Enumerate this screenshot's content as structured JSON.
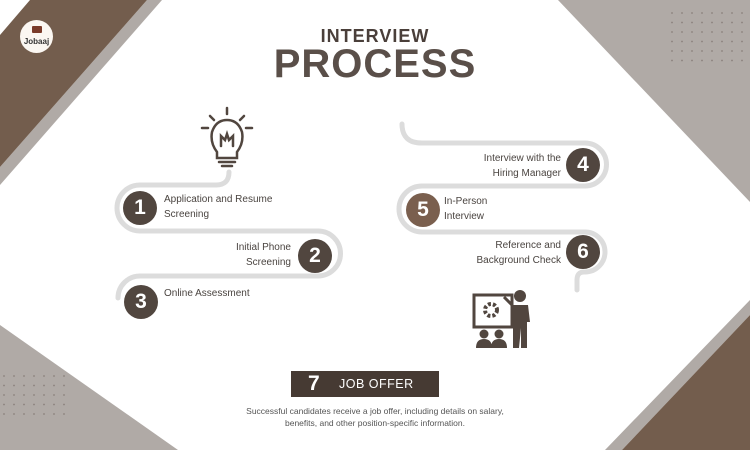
{
  "logo": {
    "text": "Jobaaj"
  },
  "title": {
    "line1": "INTERVIEW",
    "line2": "PROCESS"
  },
  "steps": [
    {
      "number": "1",
      "label_line1": "Application and Resume",
      "label_line2": "Screening"
    },
    {
      "number": "2",
      "label_line1": "Initial Phone",
      "label_line2": "Screening"
    },
    {
      "number": "3",
      "label_line1": "Online Assessment",
      "label_line2": ""
    },
    {
      "number": "4",
      "label_line1": "Interview with the",
      "label_line2": "Hiring Manager"
    },
    {
      "number": "5",
      "label_line1": "In-Person",
      "label_line2": "Interview"
    },
    {
      "number": "6",
      "label_line1": "Reference and",
      "label_line2": "Background Check"
    }
  ],
  "final": {
    "number": "7",
    "label": "JOB OFFER",
    "description_line1": "Successful candidates receive a job offer, including details on salary,",
    "description_line2": "benefits, and other position-specific information."
  },
  "colors": {
    "brown": "#735d4d",
    "gray": "#b0aaa6",
    "dark": "#51463f",
    "path": "#d9d9d9"
  }
}
